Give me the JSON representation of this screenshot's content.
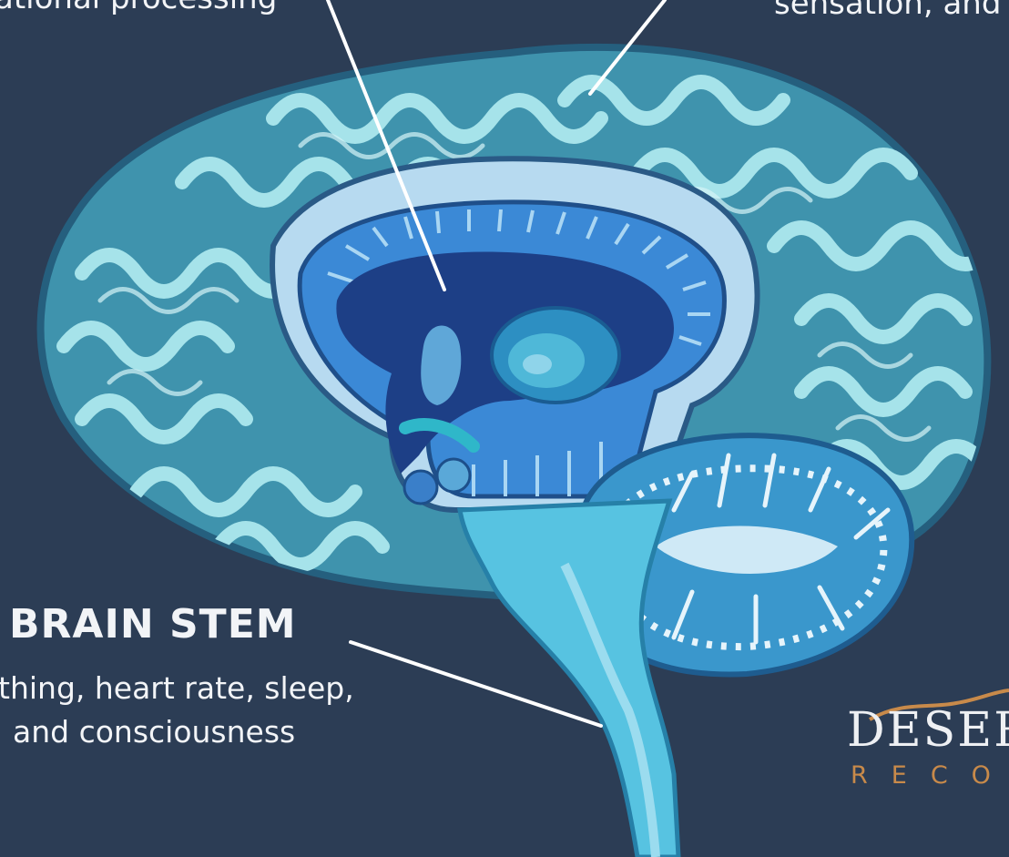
{
  "labels": {
    "top_left": "ational processing",
    "top_right": "sensation, and",
    "stem_heading": "BRAIN STEM",
    "stem_desc_line1": "thing, heart rate, sleep,",
    "stem_desc_line2": "and consciousness"
  },
  "logo": {
    "word": "DESER",
    "sub": "RECO"
  },
  "colors": {
    "background": "#2c3d55",
    "cerebrum": "#7fd0dc",
    "limbic": "#2c63b0",
    "cerebellum": "#49a9d8",
    "brainstem": "#58c4e0",
    "logo_accent": "#c88a4a"
  }
}
